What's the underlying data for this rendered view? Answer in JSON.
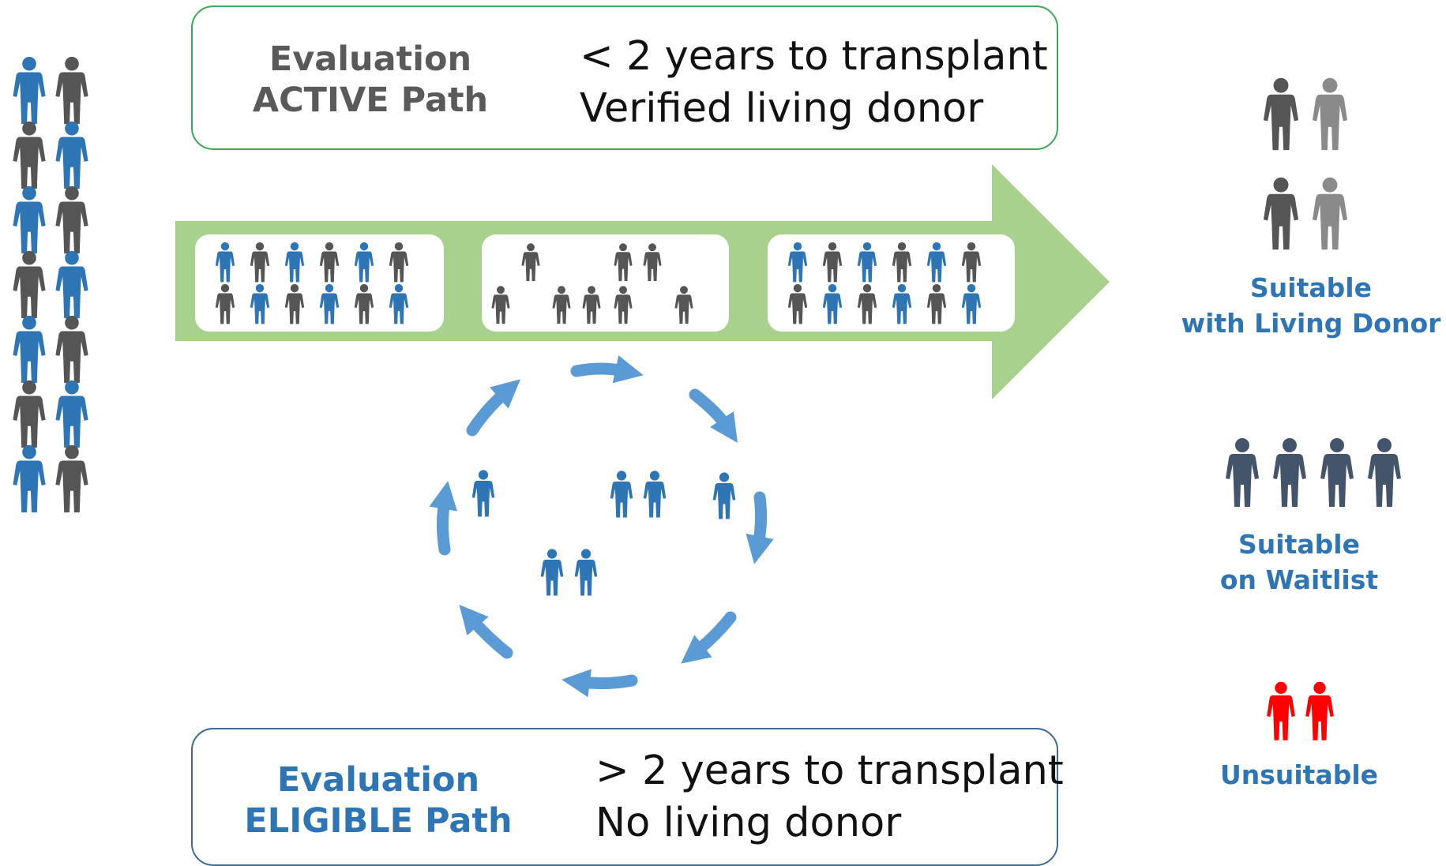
{
  "active_path": {
    "title_line1": "Evaluation",
    "title_line2": "ACTIVE Path",
    "criteria_line1": "< 2 years to transplant",
    "criteria_line2": "Verified living donor"
  },
  "eligible_path": {
    "title_line1": "Evaluation",
    "title_line2": "ELIGIBLE Path",
    "criteria_line1": "> 2 years to transplant",
    "criteria_line2": "No living donor"
  },
  "outcomes": {
    "living_donor": {
      "line1": "Suitable",
      "line2": "with Living Donor"
    },
    "waitlist": {
      "line1": "Suitable",
      "line2": "on Waitlist"
    },
    "unsuitable": {
      "line1": "Unsuitable"
    }
  },
  "colors": {
    "blue": "#2e75b6",
    "dark_gray": "#555555",
    "light_gray": "#8a8a8a",
    "slate": "#44546a",
    "red": "#ff0000",
    "arrow_green": "#a9d18e",
    "cycle_blue": "#5b9bd5",
    "active_border": "#3aa856",
    "eligible_border": "#3d6a8e"
  },
  "icons": {
    "person": "person-icon",
    "cycle_arrow": "curved-arrow-icon",
    "main_arrow": "right-arrow-icon"
  }
}
